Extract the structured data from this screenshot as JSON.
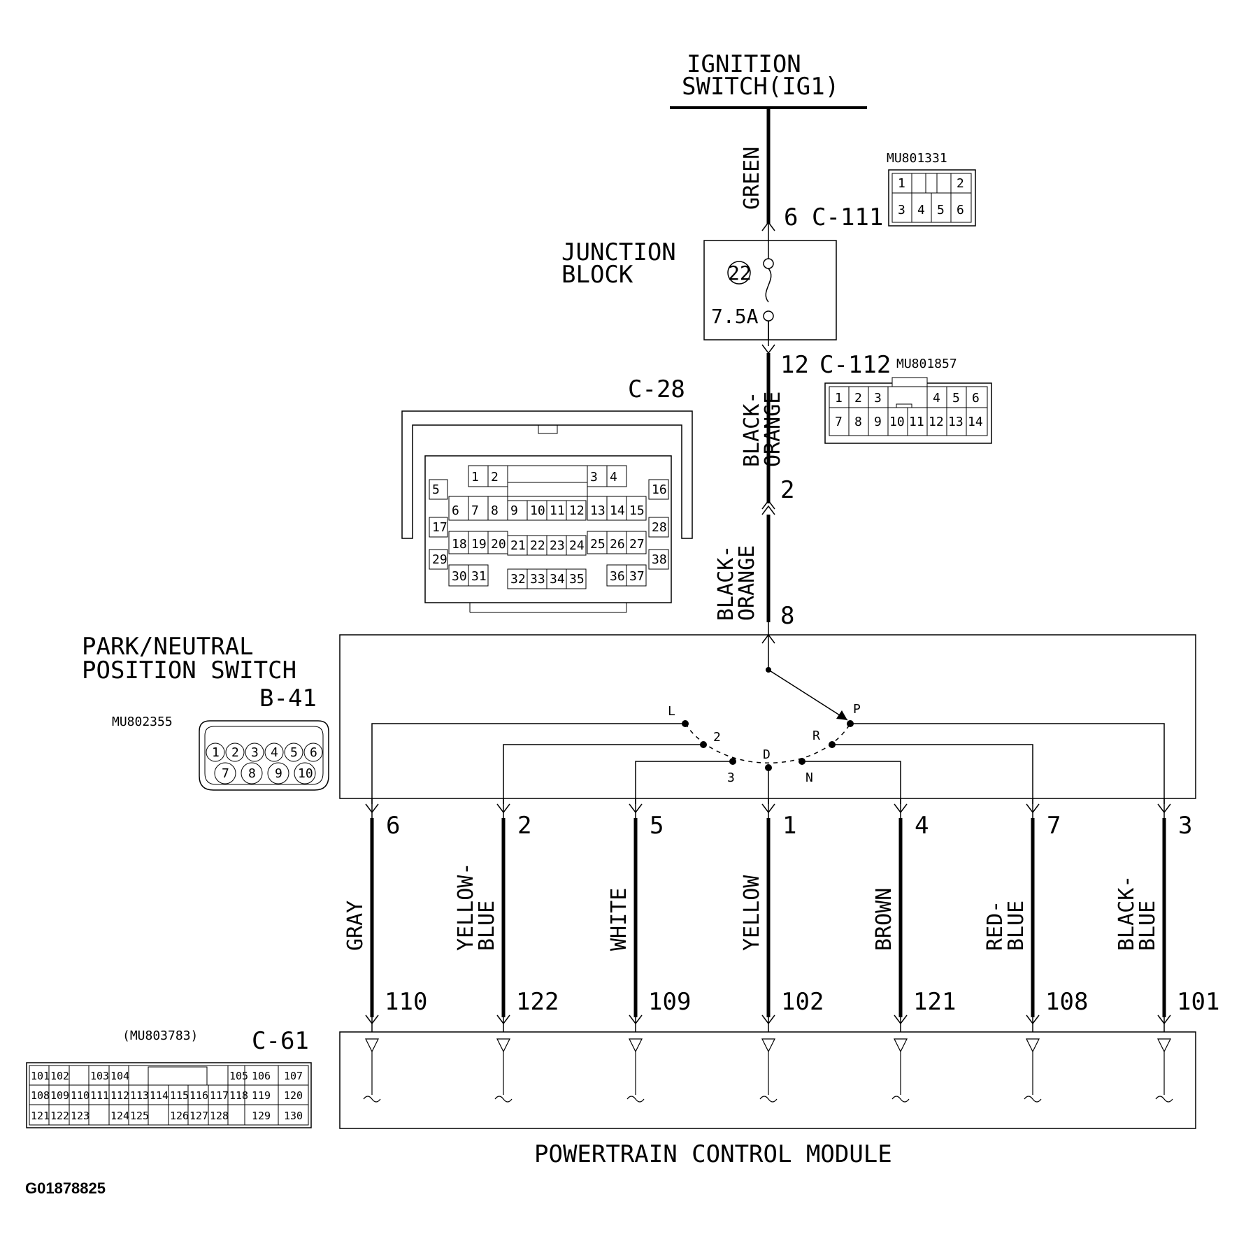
{
  "source": {
    "title_line1": "IGNITION",
    "title_line2": "SWITCH(IG1)"
  },
  "wires_top": {
    "green": "GREEN",
    "black_orange_1": "BLACK-",
    "black_orange_1b": "ORANGE",
    "black_orange_2": "BLACK-",
    "black_orange_2b": "ORANGE"
  },
  "connectors": {
    "c111": {
      "pin": "6",
      "name": "C-111",
      "part": "MU801331",
      "pins": [
        "1",
        "2",
        "3",
        "4",
        "5",
        "6"
      ]
    },
    "c112": {
      "pin": "12",
      "name": "C-112",
      "part": "MU801857",
      "pins_top": [
        "1",
        "2",
        "3",
        "4",
        "5",
        "6"
      ],
      "pins_bottom": [
        "7",
        "8",
        "9",
        "10",
        "11",
        "12",
        "13",
        "14"
      ]
    },
    "c28": {
      "name": "C-28",
      "pin_top": "2",
      "pin_bottom": "8",
      "pins": [
        "1",
        "2",
        "3",
        "4",
        "5",
        "6",
        "7",
        "8",
        "9",
        "10",
        "11",
        "12",
        "13",
        "14",
        "15",
        "16",
        "17",
        "18",
        "19",
        "20",
        "21",
        "22",
        "23",
        "24",
        "25",
        "26",
        "27",
        "28",
        "29",
        "30",
        "31",
        "32",
        "33",
        "34",
        "35",
        "36",
        "37",
        "38"
      ]
    },
    "b41": {
      "part": "MU802355",
      "pins": [
        "1",
        "2",
        "3",
        "4",
        "5",
        "6",
        "7",
        "8",
        "9",
        "10"
      ]
    },
    "c61": {
      "name": "C-61",
      "part": "(MU803783)",
      "row1": [
        "101",
        "102",
        "103",
        "104",
        "105",
        "106",
        "107"
      ],
      "row2": [
        "108",
        "109",
        "110",
        "111",
        "112",
        "113",
        "114",
        "115",
        "116",
        "117",
        "118",
        "119",
        "120"
      ],
      "row3": [
        "121",
        "122",
        "123",
        "124",
        "125",
        "126",
        "127",
        "128",
        "129",
        "130"
      ]
    }
  },
  "junction_block": {
    "line1": "JUNCTION",
    "line2": "BLOCK",
    "fuse_number": "22",
    "fuse_rating": "7.5A"
  },
  "switch": {
    "line1": "PARK/NEUTRAL",
    "line2": "POSITION SWITCH",
    "line3": "B-41",
    "positions": {
      "L": "L",
      "two": "2",
      "three": "3",
      "D": "D",
      "N": "N",
      "R": "R",
      "P": "P"
    }
  },
  "output_wires": [
    {
      "switch_pin": "6",
      "color1": "GRAY",
      "color2": "",
      "pcm_pin": "110"
    },
    {
      "switch_pin": "2",
      "color1": "YELLOW-",
      "color2": "BLUE",
      "pcm_pin": "122"
    },
    {
      "switch_pin": "5",
      "color1": "WHITE",
      "color2": "",
      "pcm_pin": "109"
    },
    {
      "switch_pin": "1",
      "color1": "YELLOW",
      "color2": "",
      "pcm_pin": "102"
    },
    {
      "switch_pin": "4",
      "color1": "BROWN",
      "color2": "",
      "pcm_pin": "121"
    },
    {
      "switch_pin": "7",
      "color1": "RED-",
      "color2": "BLUE",
      "pcm_pin": "108"
    },
    {
      "switch_pin": "3",
      "color1": "BLACK-",
      "color2": "BLUE",
      "pcm_pin": "101"
    }
  ],
  "pcm": {
    "label": "POWERTRAIN CONTROL MODULE"
  },
  "figure_id": "G01878825"
}
